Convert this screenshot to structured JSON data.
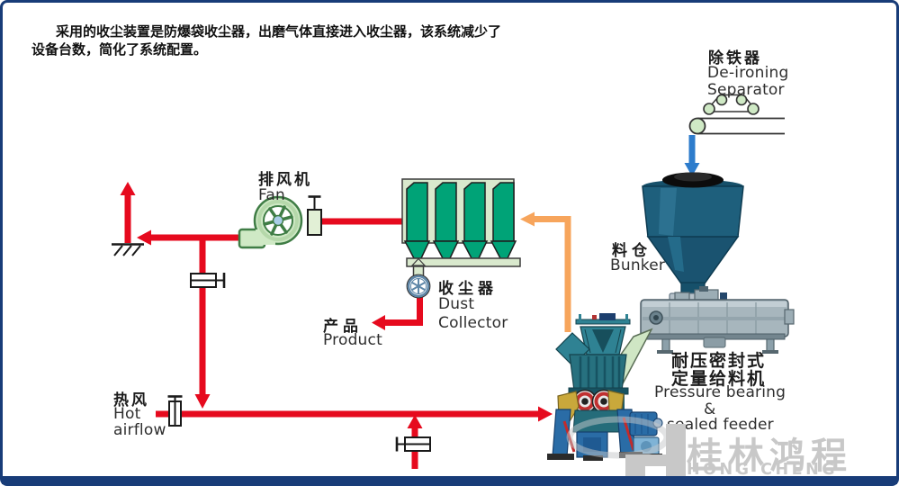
{
  "intro": {
    "line1": "采用的收尘装置是防爆袋收尘器，出磨气体直接进入收尘器，该系统减少了",
    "line2": "设备台数，简化了系统配置。"
  },
  "labels": {
    "fan_zh": "排风机",
    "fan_en": "Fan",
    "dust_zh": "收尘器",
    "dust_en1": "Dust",
    "dust_en2": "Collector",
    "product_zh": "产品",
    "product_en": "Product",
    "hot_zh": "热风",
    "hot_en1": "Hot",
    "hot_en2": "airflow",
    "bunker_zh": "料仓",
    "bunker_en": "Bunker",
    "deiron_zh": "除铁器",
    "deiron_en1": "De-ironing",
    "deiron_en2": "Separator",
    "feeder_zh1": "耐压密封式",
    "feeder_zh2": "定量给料机",
    "feeder_en1": "Pressure bearing",
    "feeder_en2": "&",
    "feeder_en3": "sealed feeder"
  },
  "logo": {
    "zh": "桂林鸿程",
    "en": "HONG CHENG"
  },
  "colors": {
    "pipe_red": "#e60a1e",
    "duct_orange": "#f7a55c",
    "arrow_blue": "#2d7ccc",
    "collector_green": "#00a377",
    "fan_green": "#cfe9c5",
    "bunker_teal": "#1e5f7c",
    "frame_navy": "#183c78",
    "logo_gray": "#c8c8c8"
  }
}
